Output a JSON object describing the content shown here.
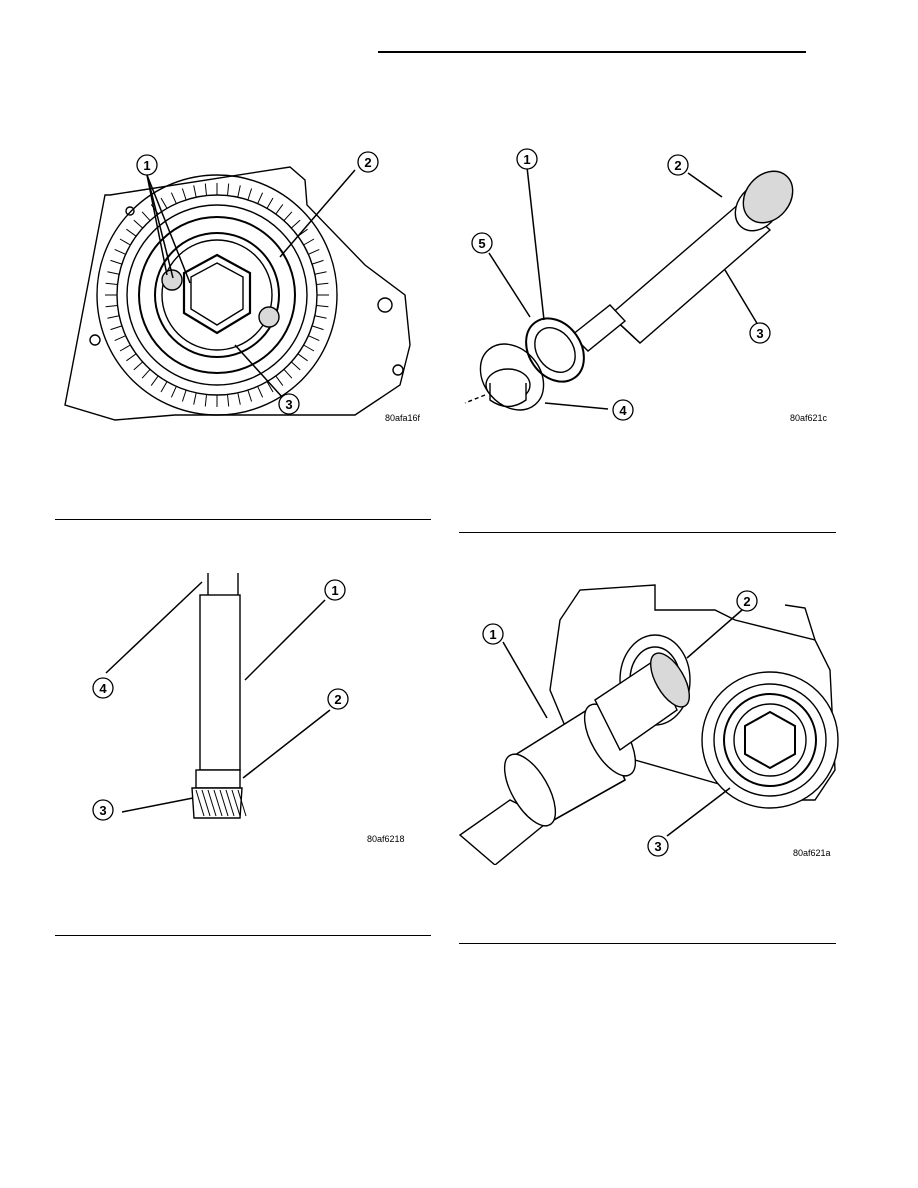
{
  "figures": [
    {
      "id": "fig-transfer-gear-bearing",
      "code": "80afa16f",
      "callouts": [
        "1",
        "2",
        "3"
      ]
    },
    {
      "id": "fig-output-shaft-assembly",
      "code": "80af621c",
      "callouts": [
        "1",
        "2",
        "3",
        "4",
        "5"
      ]
    },
    {
      "id": "fig-shaft-and-gear",
      "code": "80af6218",
      "callouts": [
        "1",
        "2",
        "3",
        "4"
      ]
    },
    {
      "id": "fig-shaft-installed-in-case",
      "code": "80af621a",
      "callouts": [
        "1",
        "2",
        "3"
      ]
    }
  ],
  "colors": {
    "ink": "#000000",
    "paper": "#ffffff",
    "shade": "#d9d9d9"
  }
}
